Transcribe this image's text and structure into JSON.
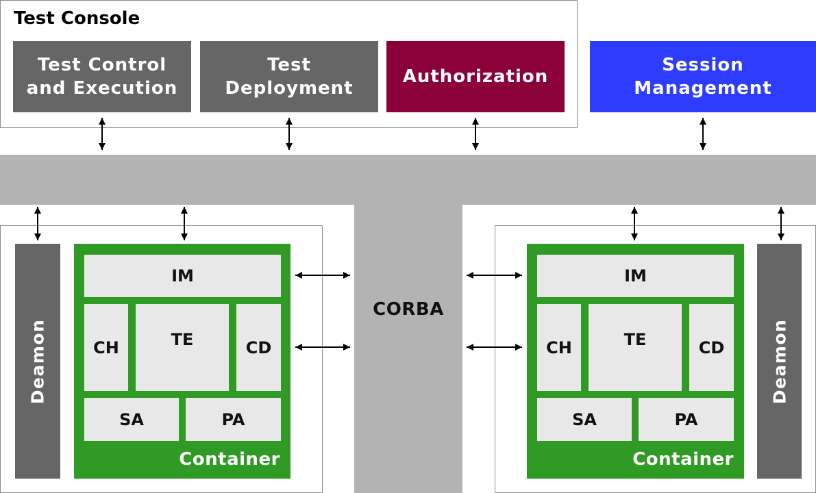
{
  "test_console": {
    "title": "Test Console",
    "blocks": [
      {
        "id": "test-control",
        "lines": [
          "Test Control",
          "and Execution"
        ],
        "color": "#666666"
      },
      {
        "id": "test-deployment",
        "lines": [
          "Test Deployment"
        ],
        "color": "#666666"
      },
      {
        "id": "authorization",
        "lines": [
          "Authorization"
        ],
        "color": "#8c0039"
      }
    ]
  },
  "session_management": {
    "label": "Session Management",
    "color": "#2d3cff"
  },
  "corba": {
    "label": "CORBA"
  },
  "nodes": [
    {
      "deamon_label": "Deamon",
      "container": {
        "label": "Container",
        "im": "IM",
        "ch": "CH",
        "te": "TE",
        "cd": "CD",
        "sa": "SA",
        "pa": "PA"
      }
    },
    {
      "deamon_label": "Deamon",
      "container": {
        "label": "Container",
        "im": "IM",
        "ch": "CH",
        "te": "TE",
        "cd": "CD",
        "sa": "SA",
        "pa": "PA"
      }
    }
  ],
  "colors": {
    "container": "#2f9a24",
    "bus": "#b3b3b3",
    "deamon": "#666666",
    "cell": "#e8e8e8"
  }
}
